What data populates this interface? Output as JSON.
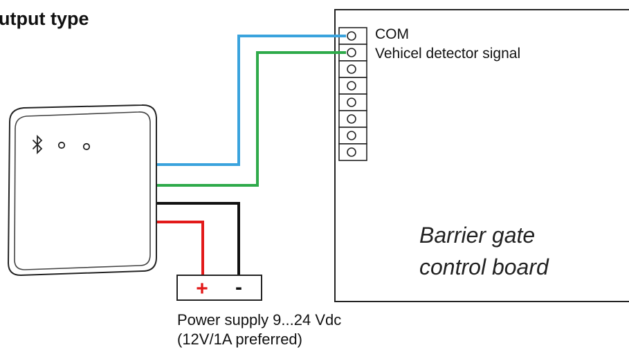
{
  "heading": "utput type",
  "terminals": {
    "com_label": "COM",
    "signal_label": "Vehicel detector signal",
    "count": 8
  },
  "board": {
    "line1": "Barrier gate",
    "line2": "control board"
  },
  "power": {
    "plus": "+",
    "minus": "-",
    "line1": "Power supply 9...24 Vdc",
    "line2": "(12V/1A preferred)"
  },
  "device": {
    "icons": [
      "bluetooth-icon",
      "led-icon",
      "led-icon"
    ]
  },
  "colors": {
    "com_wire": "#3aa3dd",
    "signal_wire": "#2eaa4a",
    "negative_wire": "#111111",
    "positive_wire": "#e21a1a",
    "outline": "#222222"
  }
}
